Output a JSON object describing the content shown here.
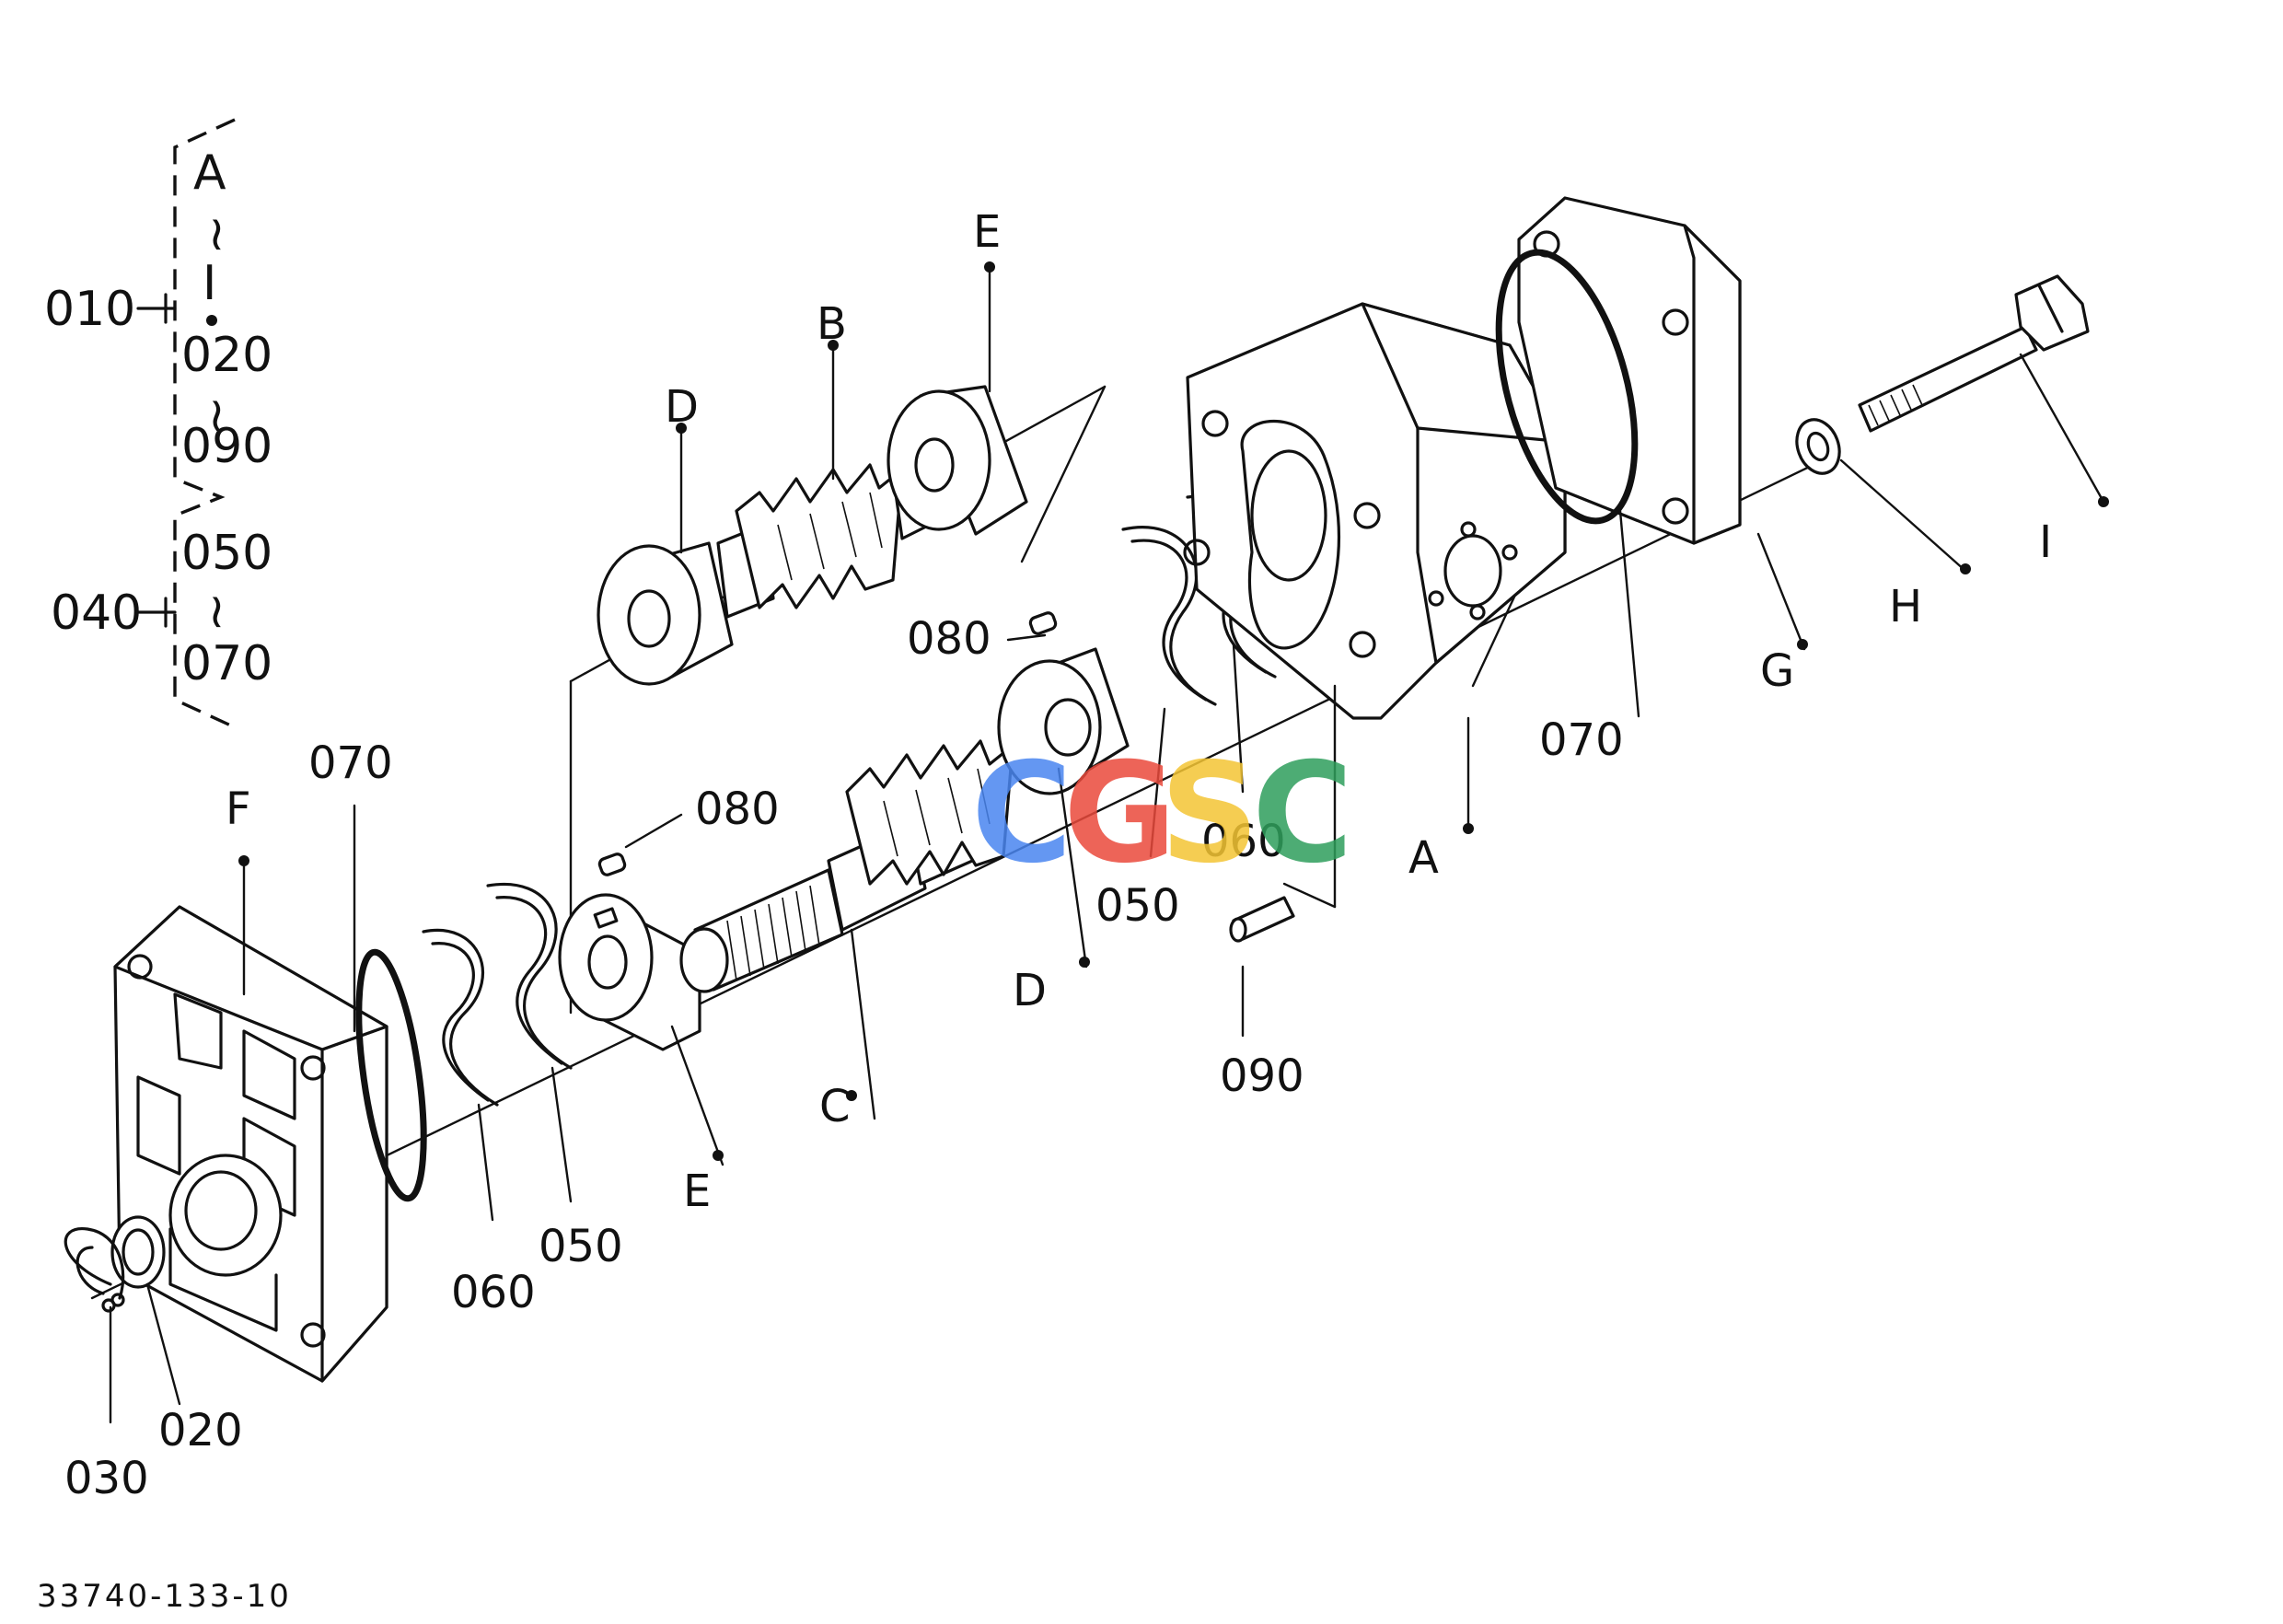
{
  "document_code": "33740-133-10",
  "watermark": {
    "letters": [
      "C",
      "G",
      "S",
      "C"
    ],
    "colors": [
      "#4a86f0",
      "#ea4a3c",
      "#f4c534",
      "#2f9e5c"
    ]
  },
  "legend": {
    "group_010": {
      "number": "010",
      "from": "A",
      "tilde": "~",
      "to": "I"
    },
    "group_010b": {
      "from": "020",
      "tilde": "~",
      "to": "090"
    },
    "group_040": {
      "number": "040",
      "from": "050",
      "tilde": "~",
      "to": "070"
    }
  },
  "parts": {
    "A": "A",
    "B": "B",
    "C": "C",
    "D_top": "D",
    "D_mid": "D",
    "E_top": "E",
    "E_bottom": "E",
    "F": "F",
    "G": "G",
    "H": "H",
    "I": "I",
    "p070_left": "070",
    "p070_right": "070",
    "p080_top": "080",
    "p080_mid": "080",
    "p060_left": "060",
    "p060_right": "060",
    "p050_left": "050",
    "p050_right": "050",
    "p090": "090",
    "p020": "020",
    "p030": "030"
  }
}
